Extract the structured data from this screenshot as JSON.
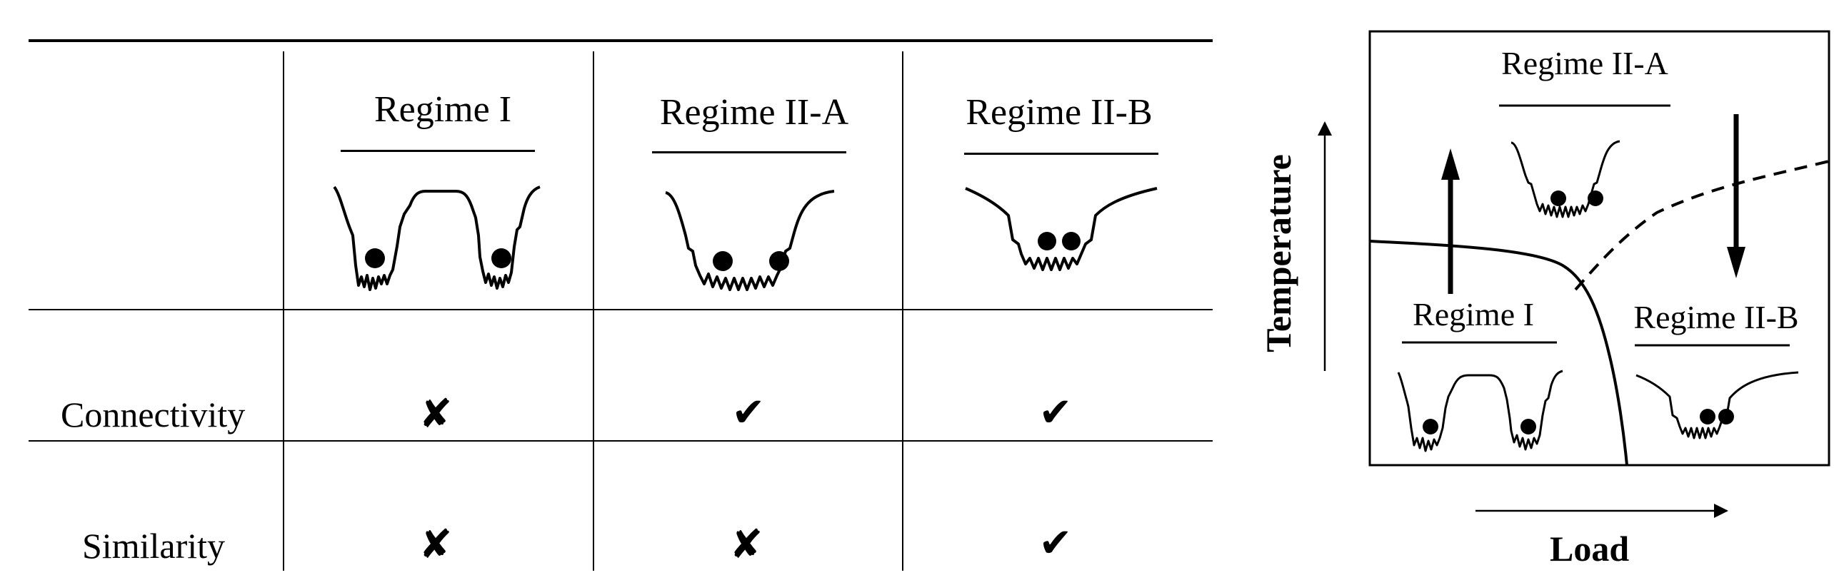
{
  "table": {
    "columns": [
      "Regime I",
      "Regime II-A",
      "Regime II-B"
    ],
    "rows": [
      {
        "label": "Connectivity",
        "marks": [
          "✘",
          "✔",
          "✔"
        ]
      },
      {
        "label": "Similarity",
        "marks": [
          "✘",
          "✘",
          "✔"
        ]
      }
    ]
  },
  "phase_diagram": {
    "x_axis_label": "Load",
    "y_axis_label": "Temperature",
    "regions": {
      "regime_i": "Regime I",
      "regime_ii_a": "Regime II-A",
      "regime_ii_b": "Regime II-B"
    }
  }
}
